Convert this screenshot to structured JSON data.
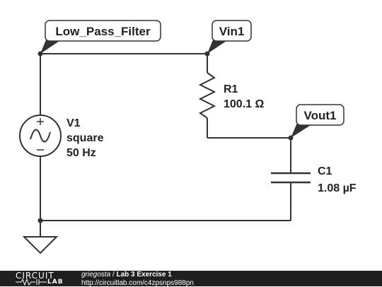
{
  "labels": {
    "net_top_left": "Low_Pass_Filter",
    "net_vin": "Vin1",
    "net_vout": "Vout1"
  },
  "components": {
    "source": {
      "name": "V1",
      "type": "square",
      "freq": "50 Hz"
    },
    "resistor": {
      "name": "R1",
      "value": "100.1 Ω"
    },
    "capacitor": {
      "name": "C1",
      "value": "1.08 µF"
    }
  },
  "footer": {
    "logo_top": "CIRCUIT",
    "logo_bottom": "LAB",
    "author": "griegosta",
    "separator": " / ",
    "title": "Lab 3 Exercise 1",
    "url": "http://circuitlab.com/c4zpsnps988pn"
  },
  "colors": {
    "wire": "#333333",
    "label_border": "#333333",
    "footer_bg": "#1f1f1f"
  }
}
